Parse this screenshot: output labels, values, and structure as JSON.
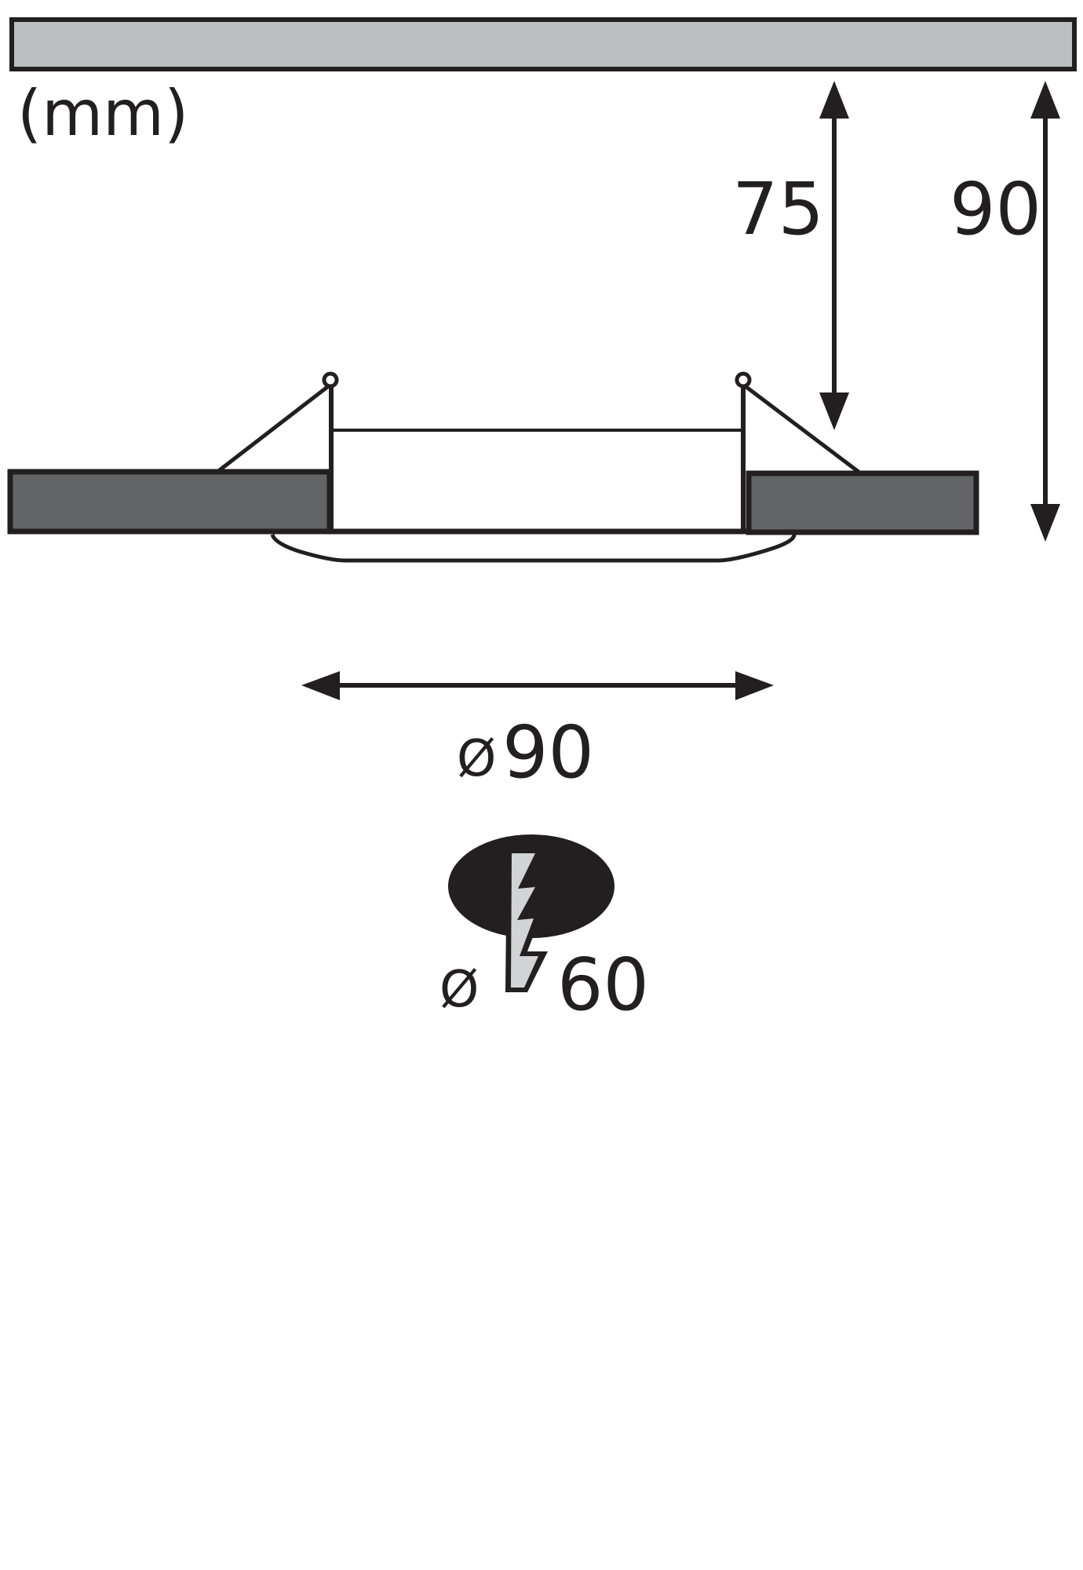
{
  "diagram": {
    "type": "recessed-luminaire-dimension-drawing",
    "unit_label": "(mm)",
    "dimensions": {
      "installation_depth": "75",
      "total_height": "90",
      "outer_diameter_symbol": "Ø",
      "outer_diameter": "90",
      "cutout_diameter_symbol": "Ø",
      "cutout_diameter": "60"
    },
    "parts": {
      "ceiling": "ceiling-slab",
      "panel": "ceiling-panel",
      "fixture": "luminaire-housing",
      "springs": "mounting-springs",
      "bezel": "trim-ring"
    },
    "icons": {
      "cutout": "ceiling-cutout-saw-icon"
    },
    "colors": {
      "stroke": "#231f20",
      "ceiling_fill": "#bcbec0",
      "panel_fill": "#636466",
      "saw_fill": "#d1d3d4",
      "background": "#ffffff"
    }
  }
}
